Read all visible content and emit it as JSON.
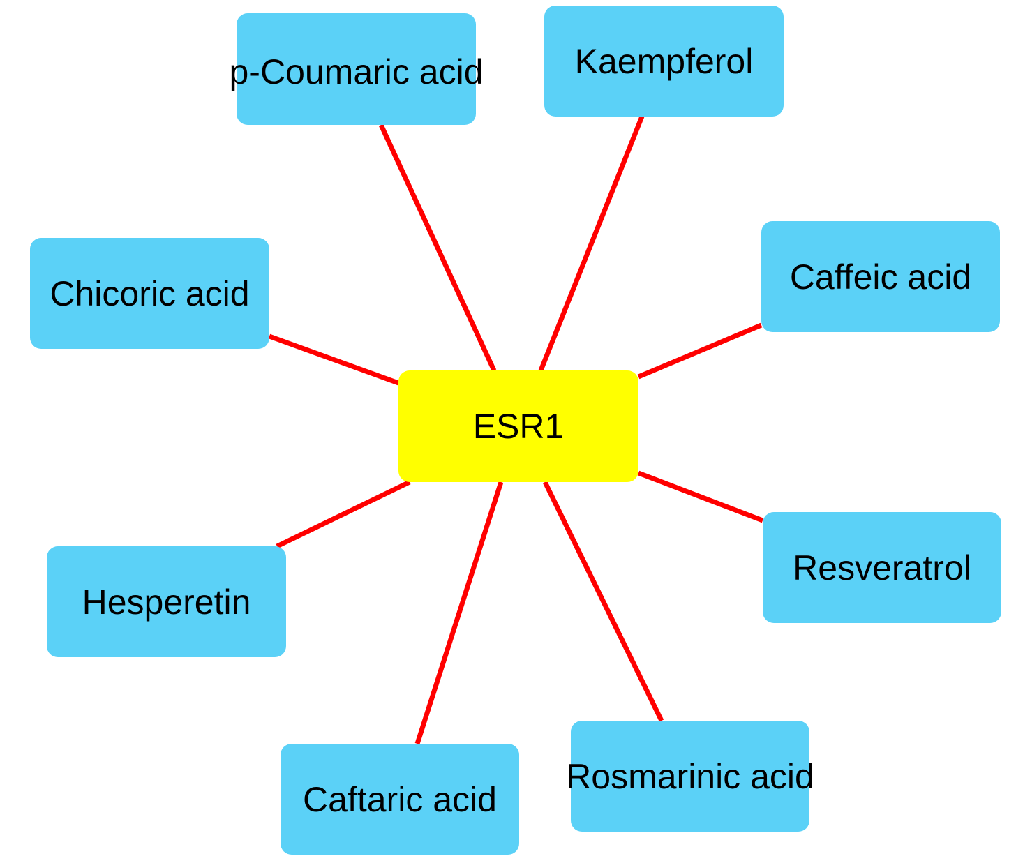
{
  "colors": {
    "hub_fill": "#ffff00",
    "node_fill": "#5bd1f7",
    "edge": "#ff0000",
    "text": "#000000"
  },
  "hub": {
    "label": "ESR1"
  },
  "nodes": [
    {
      "id": "p-coumaric-acid",
      "label": "p-Coumaric acid"
    },
    {
      "id": "kaempferol",
      "label": "Kaempferol"
    },
    {
      "id": "chicoric-acid",
      "label": "Chicoric acid"
    },
    {
      "id": "caffeic-acid",
      "label": "Caffeic acid"
    },
    {
      "id": "resveratrol",
      "label": "Resveratrol"
    },
    {
      "id": "hesperetin",
      "label": "Hesperetin"
    },
    {
      "id": "caftaric-acid",
      "label": "Caftaric acid"
    },
    {
      "id": "rosmarinic-acid",
      "label": "Rosmarinic acid"
    }
  ],
  "edges": [
    {
      "source": "ESR1",
      "target": "p-coumaric-acid"
    },
    {
      "source": "ESR1",
      "target": "kaempferol"
    },
    {
      "source": "ESR1",
      "target": "chicoric-acid"
    },
    {
      "source": "ESR1",
      "target": "caffeic-acid"
    },
    {
      "source": "ESR1",
      "target": "resveratrol"
    },
    {
      "source": "ESR1",
      "target": "hesperetin"
    },
    {
      "source": "ESR1",
      "target": "caftaric-acid"
    },
    {
      "source": "ESR1",
      "target": "rosmarinic-acid"
    }
  ]
}
